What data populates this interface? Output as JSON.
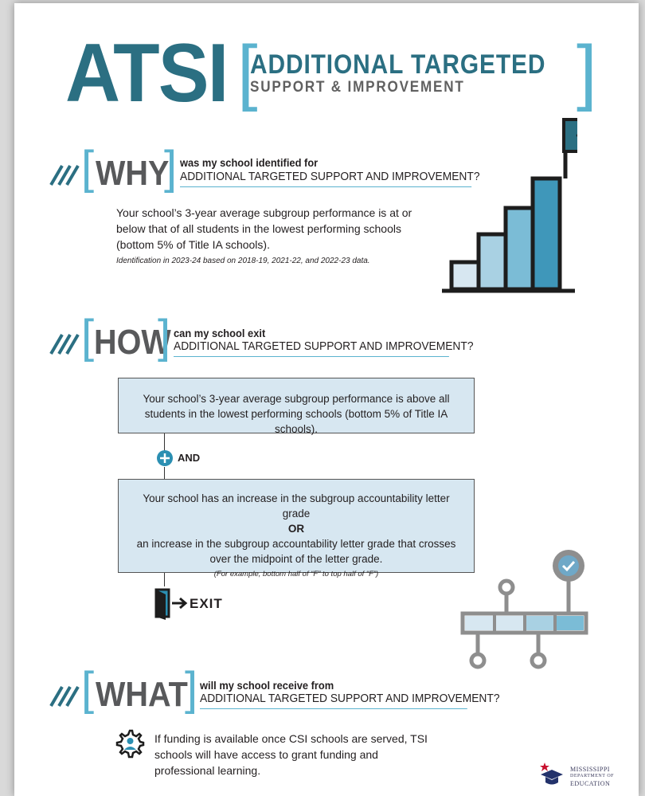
{
  "header": {
    "acronym": "ATSI",
    "title_line1": "ADDITIONAL TARGETED",
    "title_line2": "SUPPORT & IMPROVEMENT"
  },
  "why": {
    "word": "WHY",
    "question_line1": "was my school identified for",
    "question_line2": "ADDITIONAL TARGETED SUPPORT AND IMPROVEMENT?",
    "body": "Your school’s 3-year average subgroup performance is at or below that of all students in the lowest performing schools (bottom 5% of Title IA schools).",
    "note": "Identification in 2023-24 based on 2018-19, 2021-22, and 2022-23 data."
  },
  "how": {
    "word": "HOW",
    "question_line1": "can my school exit",
    "question_line2": "ADDITIONAL TARGETED SUPPORT AND IMPROVEMENT?",
    "box1": "Your school’s 3-year average subgroup performance is above all students in the lowest performing schools (bottom 5% of Title IA schools).",
    "and_label": "AND",
    "box2_line1": "Your school has an increase in the subgroup accountability letter grade",
    "box2_or": "OR",
    "box2_line2": "an increase in the subgroup accountability letter grade that crosses over the midpoint of the letter grade.",
    "box2_example": "(For example, bottom half of “F” to top half of “F”)",
    "exit_label": "EXIT"
  },
  "what": {
    "word": "WHAT",
    "question_line1": "will my school receive from",
    "question_line2": "ADDITIONAL TARGETED SUPPORT AND IMPROVEMENT?",
    "body": "If funding is available once CSI schools are served, TSI schools will have access to grant funding and professional learning."
  },
  "logo": {
    "line1": "MISSISSIPPI",
    "line2": "DEPARTMENT OF",
    "line3": "EDUCATION"
  },
  "icons": {
    "why_chart": "bar-chart-flag-icon",
    "timeline": "timeline-check-icon",
    "exit": "exit-door-icon",
    "plus": "plus-circle-icon",
    "gear_person": "gear-person-icon",
    "stripes": "stripes-icon"
  },
  "colors": {
    "primary": "#2b6f82",
    "accent": "#5bb3cf",
    "box_fill": "#d7e7f1",
    "heading_gray": "#58595b"
  }
}
